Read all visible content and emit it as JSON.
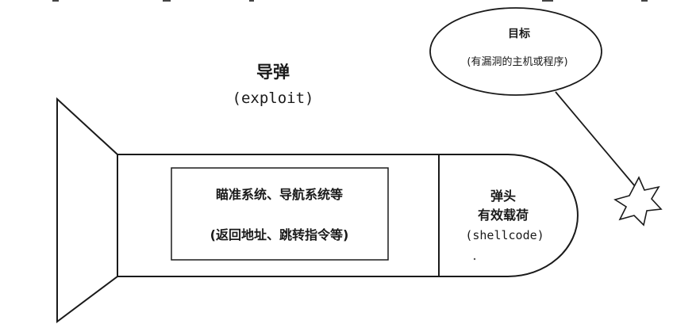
{
  "missile": {
    "title": "导弹",
    "subtitle": "(exploit)"
  },
  "guidance": {
    "line1": "瞄准系统、导航系统等",
    "line2": "(返回地址、跳转指令等)"
  },
  "warhead": {
    "line1": "弹头",
    "line2": "有效载荷",
    "line3": "(shellcode)"
  },
  "target": {
    "title": "目标",
    "subtitle": "(有漏洞的主机或程序)"
  },
  "colors": {
    "stroke": "#1a1a1a",
    "background": "#ffffff"
  }
}
